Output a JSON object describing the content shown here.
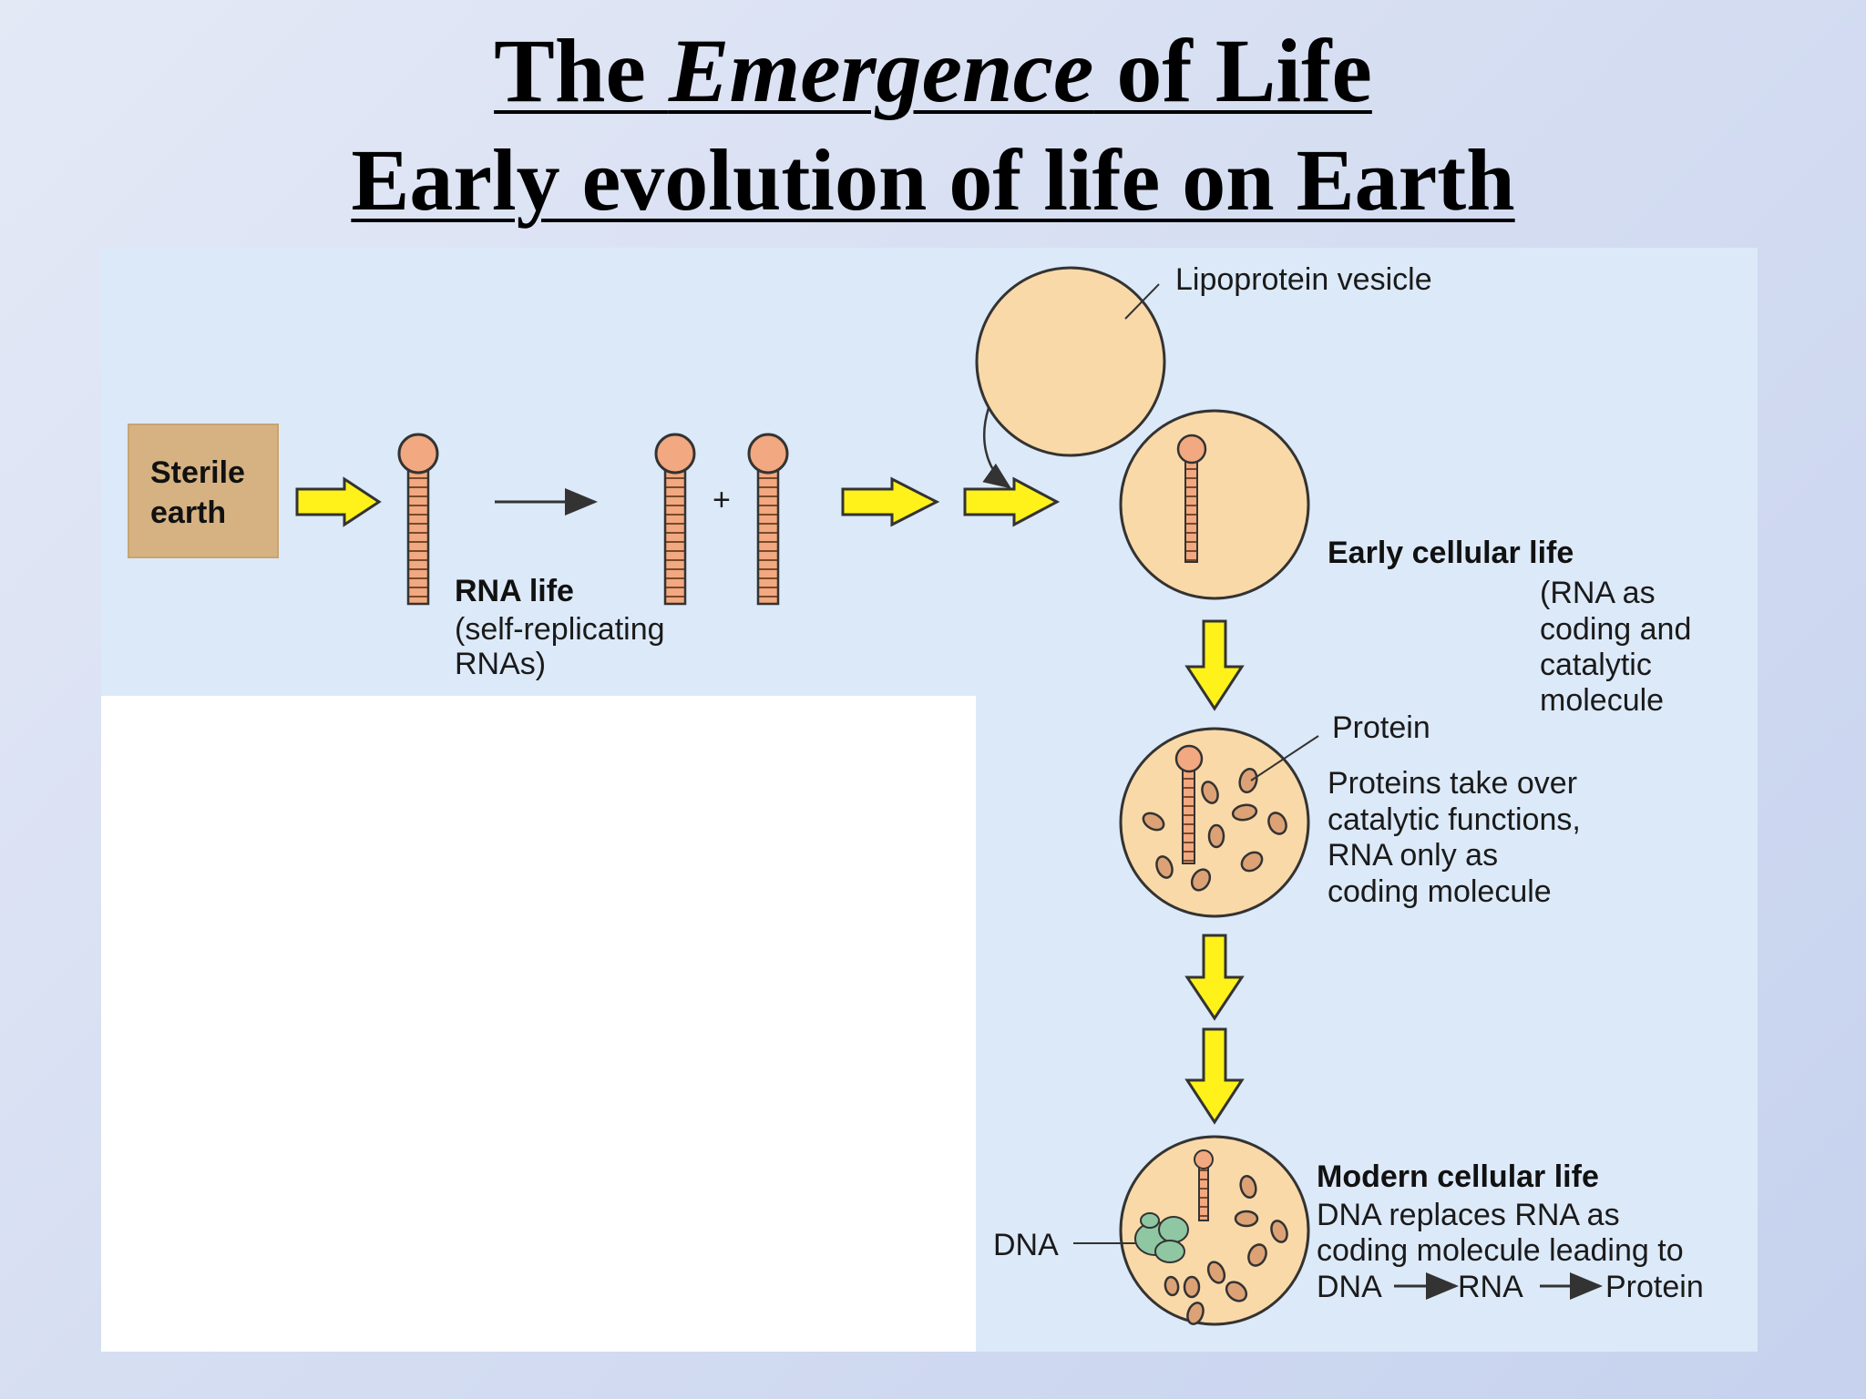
{
  "slide": {
    "title_line1_pre": "The ",
    "title_line1_em": "Emergence",
    "title_line1_post": " of Life",
    "title_line2": "Early evolution of life on Earth"
  },
  "diagram": {
    "sterile_earth": [
      "Sterile",
      "earth"
    ],
    "rna_life_title": "RNA life",
    "rna_life_desc": [
      "(self-replicating",
      "RNAs)"
    ],
    "plus": "+",
    "lipoprotein": "Lipoprotein vesicle",
    "early_title": "Early cellular life",
    "early_desc": [
      "(RNA as",
      "coding and",
      "catalytic",
      "molecule"
    ],
    "protein": "Protein",
    "proteins_desc": [
      "Proteins take over",
      "catalytic functions,",
      "RNA only as",
      "coding molecule"
    ],
    "dna": "DNA",
    "modern_title": "Modern cellular life",
    "modern_desc": [
      "DNA replaces RNA as",
      "coding molecule leading to"
    ],
    "flow": [
      "DNA",
      "RNA",
      "Protein"
    ]
  },
  "colors": {
    "panel": "#dce9f8",
    "box": "#d6b282",
    "cell": "#fad9a8",
    "rna": "#f2a880",
    "arrow": "#fff21a",
    "protein": "#dca276",
    "dna": "#8fc7a3"
  }
}
